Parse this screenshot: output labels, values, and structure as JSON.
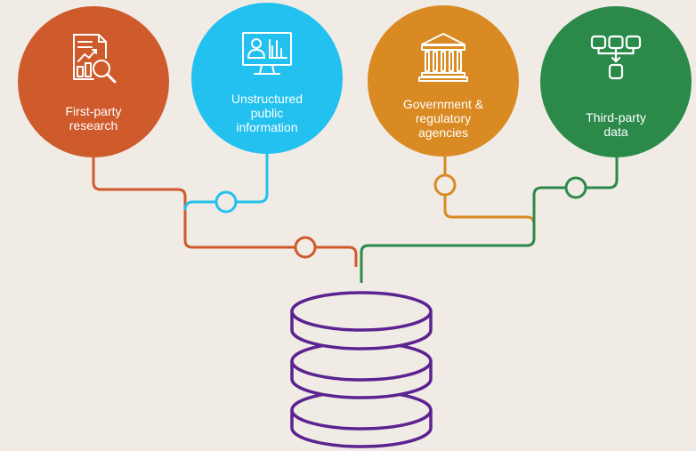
{
  "sources": [
    {
      "label": "First-party\nresearch",
      "icon": "report-magnifier-icon",
      "color": "#cf5a2c"
    },
    {
      "label": "Unstructured\npublic\ninformation",
      "icon": "monitor-analytics-icon",
      "color": "#22c1ef"
    },
    {
      "label": "Government &\nregulatory\nagencies",
      "icon": "government-building-icon",
      "color": "#d98a22"
    },
    {
      "label": "Third-party\ndata",
      "icon": "data-flow-icon",
      "color": "#2b8a4a"
    }
  ],
  "destination": {
    "icon": "database-icon",
    "color": "#5b238f"
  }
}
